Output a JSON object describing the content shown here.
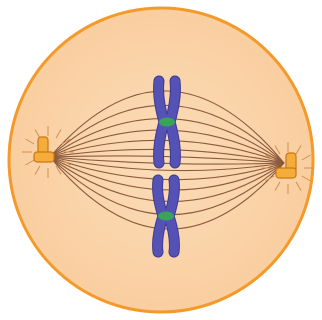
{
  "diagram": {
    "subject": "cell-in-metaphase",
    "colors": {
      "background": "#ffffff",
      "cell_fill": "#f9cd9e",
      "cell_fill_center": "#fbdcb7",
      "cell_outline": "#f39a2a",
      "spindle_fiber": "#8b5a3c",
      "chromosome": "#5552b5",
      "chromosome_edge": "#3e3b97",
      "centromere": "#3aa35a",
      "centrosome_fill": "#f4ad3a",
      "centrosome_edge": "#c97718",
      "aster_ray": "#d38e52"
    },
    "components": {
      "cell": "cell-membrane",
      "spindle": "spindle-fibers",
      "chromosomes": [
        "upper-chromosome",
        "lower-chromosome"
      ],
      "poles": [
        "left-centrosome",
        "right-centrosome"
      ]
    }
  }
}
